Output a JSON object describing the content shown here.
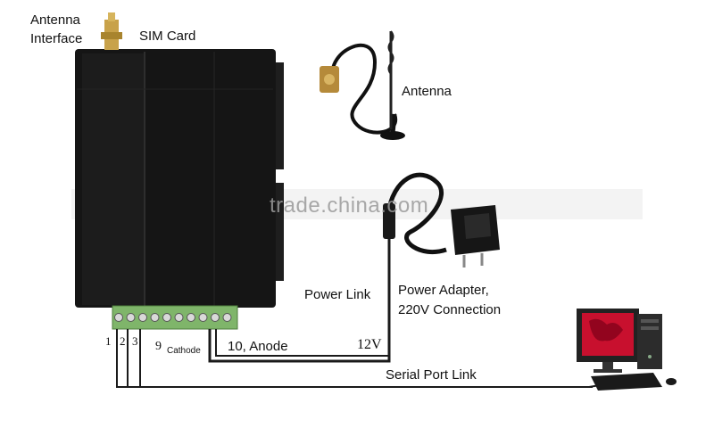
{
  "labels": {
    "antenna_interface": "Antenna\nInterface",
    "sim_card": "SIM Card",
    "antenna": "Antenna",
    "power_link": "Power Link",
    "power_adapter": "Power Adapter,\n220V Connection",
    "serial_port_link": "Serial Port Link",
    "pin1": "1",
    "pin2": "2",
    "pin3": "3",
    "pin9": "9",
    "cathode": "Cathode",
    "pin10": "10, Anode",
    "voltage": "12V"
  },
  "watermark": "trade.china.com",
  "colors": {
    "device_body": "#151515",
    "terminal_block": "#7fb56a",
    "wire": "#1a1a1a",
    "monitor_screen": "#c8102e"
  }
}
